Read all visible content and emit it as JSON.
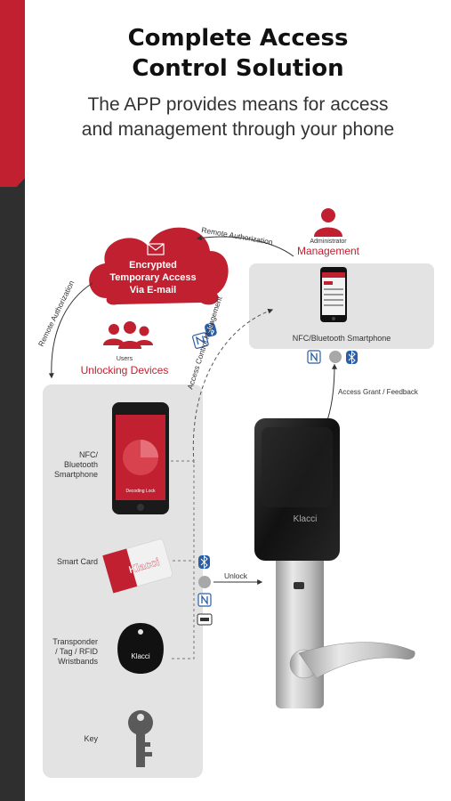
{
  "header": {
    "title_line1": "Complete Access",
    "title_line2": "Control Solution",
    "subtitle_line1": "The APP provides means for access",
    "subtitle_line2": "and management through your phone"
  },
  "cloud": {
    "line1": "Encrypted",
    "line2": "Temporary Access",
    "line3": "Via E-mail"
  },
  "administrator": {
    "role": "Administrator",
    "heading": "Management",
    "device_label": "NFC/Bluetooth Smartphone"
  },
  "users": {
    "role": "Users",
    "heading": "Unlocking Devices"
  },
  "edges": {
    "remote_auth_top": "Remote Authorization",
    "remote_auth_left": "Remote Authorization",
    "access_control": "Access Control Management",
    "access_grant": "Access Grant / Feedback",
    "unlock": "Unlock"
  },
  "devices": {
    "phone_line1": "NFC/",
    "phone_line2": "Bluetooth",
    "phone_line3": "Smartphone",
    "phone_screen_text": "Decoding Lock",
    "smart_card": "Smart Card",
    "transponder_line1": "Transponder",
    "transponder_line2": "/ Tag / RFID",
    "transponder_line3": "Wristbands",
    "key": "Key"
  },
  "brand": {
    "card_logo": "Klacci",
    "fob_logo": "Klacci",
    "lock_logo": "Klacci"
  },
  "colors": {
    "accent_red": "#c0202f",
    "dark_sidebar": "#2f2f2f",
    "panel_gray": "#e3e3e3",
    "nfc_blue": "#2a5fa8"
  }
}
